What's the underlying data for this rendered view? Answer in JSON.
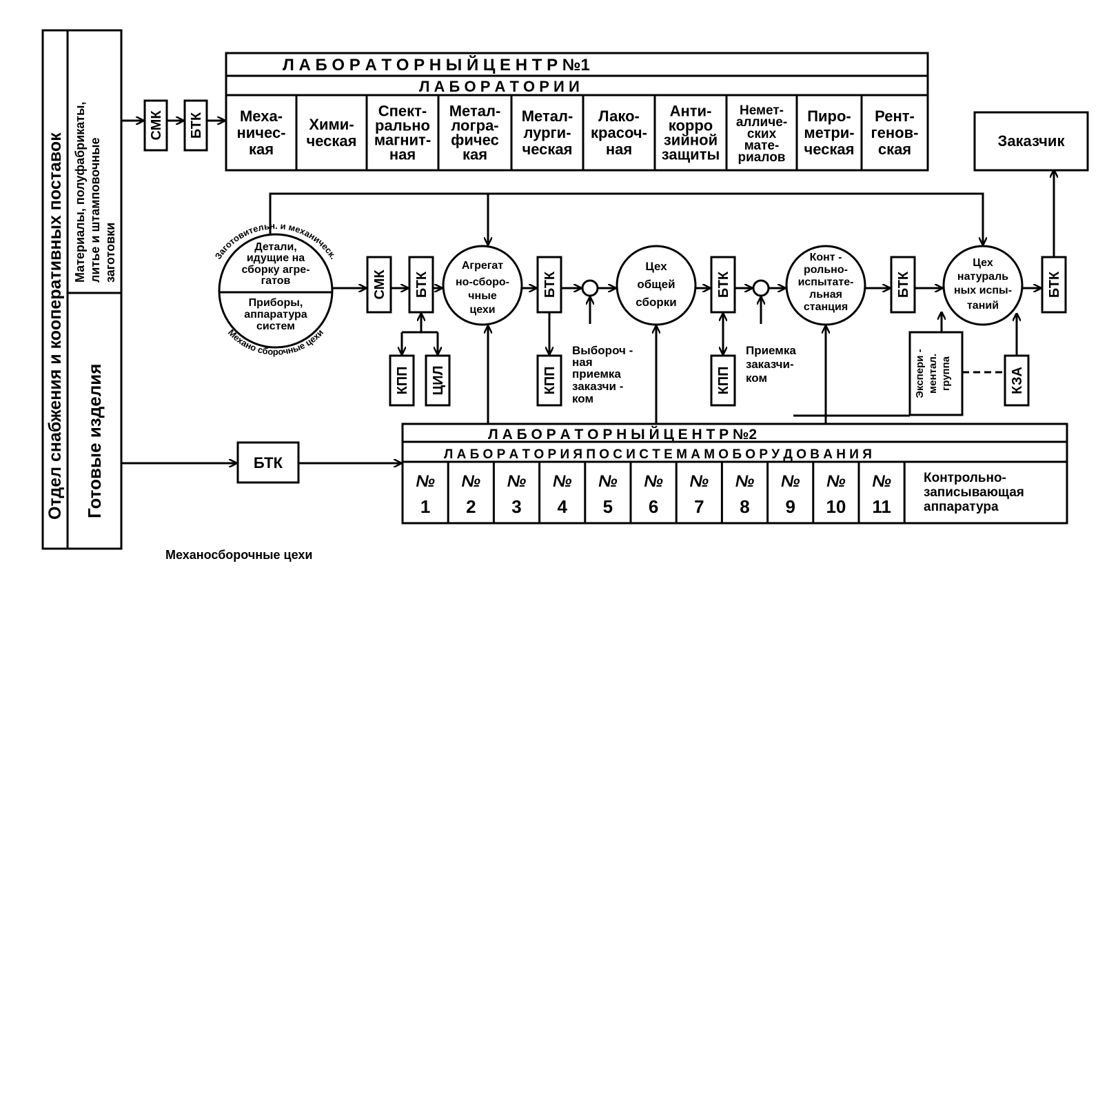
{
  "left_block": {
    "outer": "Отдел снабжения и кооперативных поставок",
    "materials": [
      "Материалы, полуфабрикаты,",
      "литье и штамповочные",
      "заготовки"
    ],
    "finished": "Готовые   изделия"
  },
  "lab1": {
    "title": "Л А Б О Р А Т О Р Н Ы Й     Ц Е Н Т Р   №1",
    "subtitle": "Л А Б О Р А Т О Р И И",
    "labs": [
      [
        "Меха-",
        "ничес-",
        "кая"
      ],
      [
        "Хими-",
        "ческая"
      ],
      [
        "Спект-",
        "рально",
        "магнит-",
        "ная"
      ],
      [
        "Метал-",
        "логра-",
        "фичес",
        "кая"
      ],
      [
        "Метал-",
        "лурги-",
        "ческая"
      ],
      [
        "Лако-",
        "красоч-",
        "ная"
      ],
      [
        "Анти-",
        "корро",
        "зийной",
        "защиты"
      ],
      [
        "Немет-",
        "алличе-",
        "ских",
        "мате-",
        "риалов"
      ],
      [
        "Пиро-",
        "метри-",
        "ческая"
      ],
      [
        "Рент-",
        "генов-",
        "ская"
      ]
    ]
  },
  "customer": "Заказчик",
  "source_circle": {
    "ring_top": "Заготовительн. и механическ.",
    "ring_bottom": "Механо сборочные цехи",
    "upper": [
      "Детали,",
      "идущие  на",
      "сборку  агре-",
      "гатов"
    ],
    "lower": [
      "Приборы,",
      "аппаратура",
      "систем"
    ]
  },
  "boxes": {
    "smk": "СМК",
    "btk": "БТК",
    "kpp": "КПП",
    "cil": "ЦИЛ",
    "kza": "КЗА",
    "exp_group": [
      "Экспери -",
      "ментал.",
      "группа"
    ]
  },
  "stations": {
    "aggregate": [
      "Агрегат",
      "но-сборо-",
      "чные",
      "цехи"
    ],
    "general": [
      "Цех",
      "общей",
      "сборки"
    ],
    "control": [
      "Конт -",
      "рольно-",
      "испытате-",
      "льная",
      "станция"
    ],
    "natural": [
      "Цех",
      "натураль",
      "ных испы-",
      "таний"
    ]
  },
  "notes": {
    "selective": [
      "Выбороч -",
      "ная",
      "приемка",
      "заказчи -",
      "ком"
    ],
    "acceptance": [
      "Приемка",
      "заказчи-",
      "ком"
    ]
  },
  "lab2": {
    "title": "Л А Б О Р А Т О Р Н Ы Й     Ц Е Н Т Р     №2",
    "subtitle": "Л А Б О Р А Т О Р И Я  П О  С И С Т Е М А М  О Б О Р У Д О В А Н И Я",
    "cells": [
      "1",
      "2",
      "3",
      "4",
      "5",
      "6",
      "7",
      "8",
      "9",
      "10",
      "11"
    ],
    "num_sign": "№",
    "last": [
      "Контрольно-",
      "записывающая",
      "аппаратура"
    ]
  },
  "caption": "Механосборочные  цехи"
}
